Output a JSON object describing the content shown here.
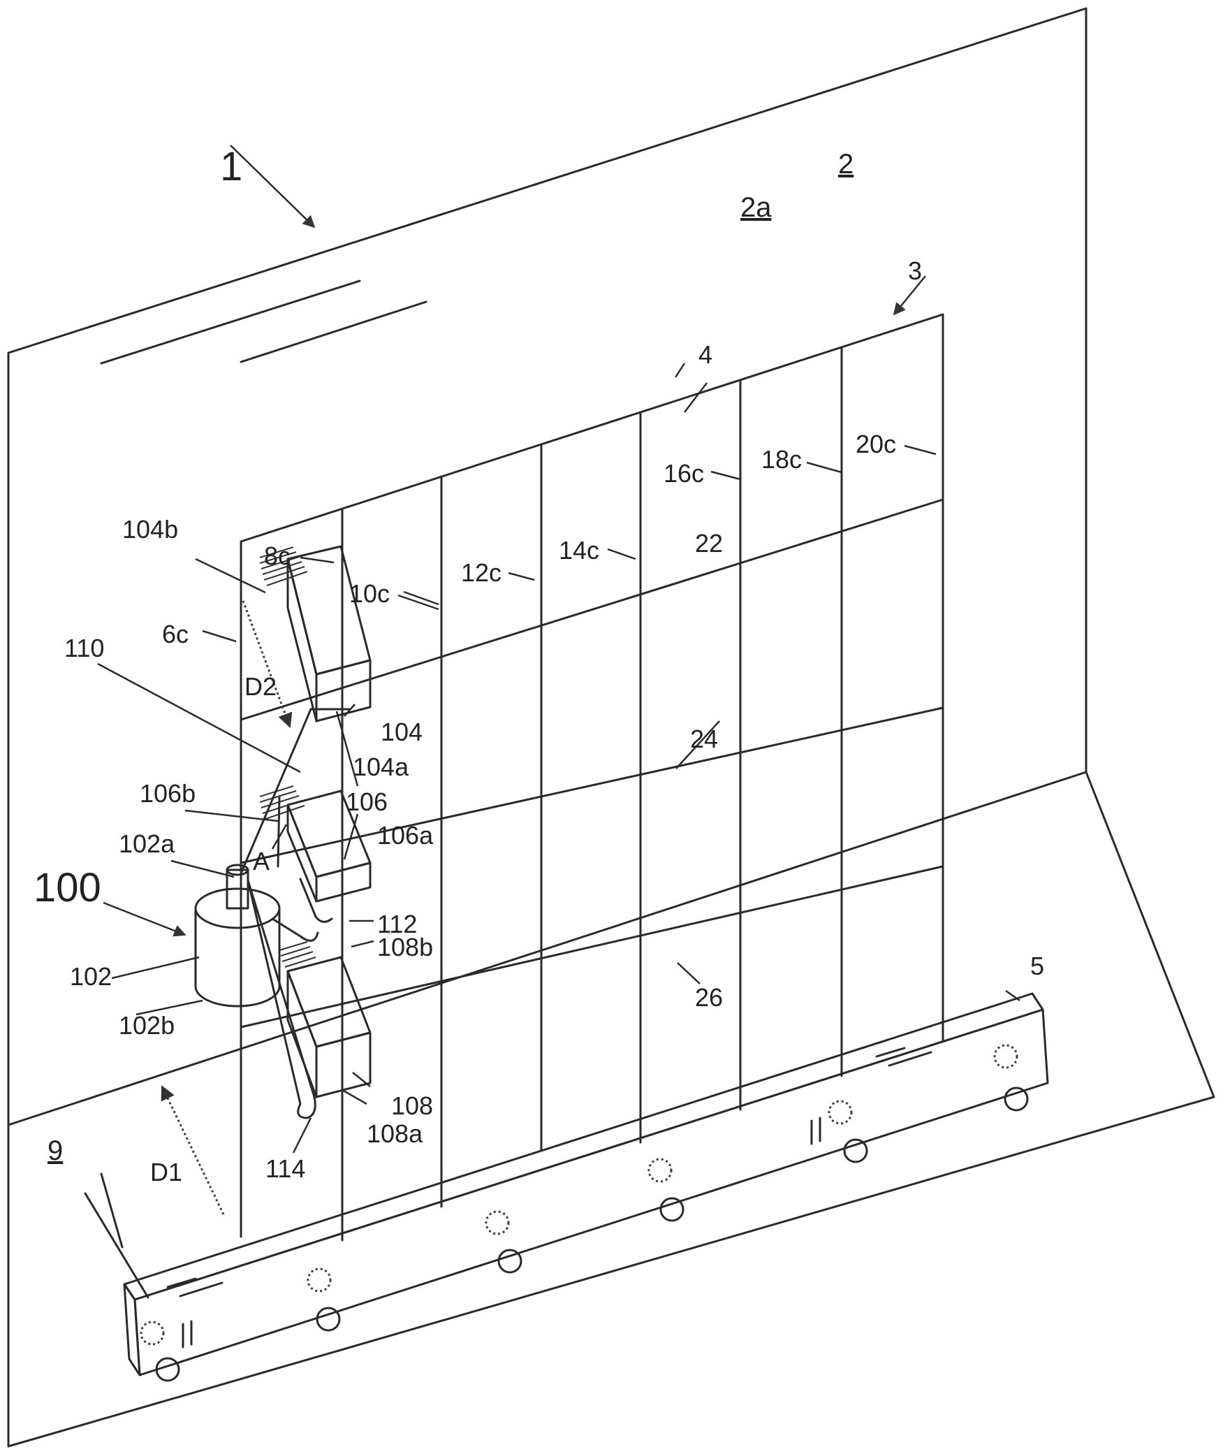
{
  "figure": {
    "labels": {
      "assembly": "1",
      "wall": "2",
      "wall_face": "2a",
      "frame": "3",
      "top_rail": "4",
      "conveyor": "5",
      "floor": "9",
      "column_6c": "6c",
      "column_8c": "8c",
      "column_10c": "10c",
      "column_12c": "12c",
      "column_14c": "14c",
      "column_16c": "16c",
      "column_18c": "18c",
      "column_20c": "20c",
      "rail_22": "22",
      "rail_24": "24",
      "rail_26": "26",
      "device": "100",
      "cylinder": "102",
      "cylinder_top": "102a",
      "cylinder_bottom": "102b",
      "box_104": "104",
      "box_104a": "104a",
      "box_104b": "104b",
      "box_106": "106",
      "box_106a": "106a",
      "box_106b": "106b",
      "box_108": "108",
      "box_108a": "108a",
      "box_108b": "108b",
      "rod_110": "110",
      "part_112": "112",
      "part_114": "114",
      "angle": "A",
      "distance_d1": "D1",
      "distance_d2": "D2",
      "mark_ii_1": "II",
      "mark_ii_2": "II"
    }
  }
}
